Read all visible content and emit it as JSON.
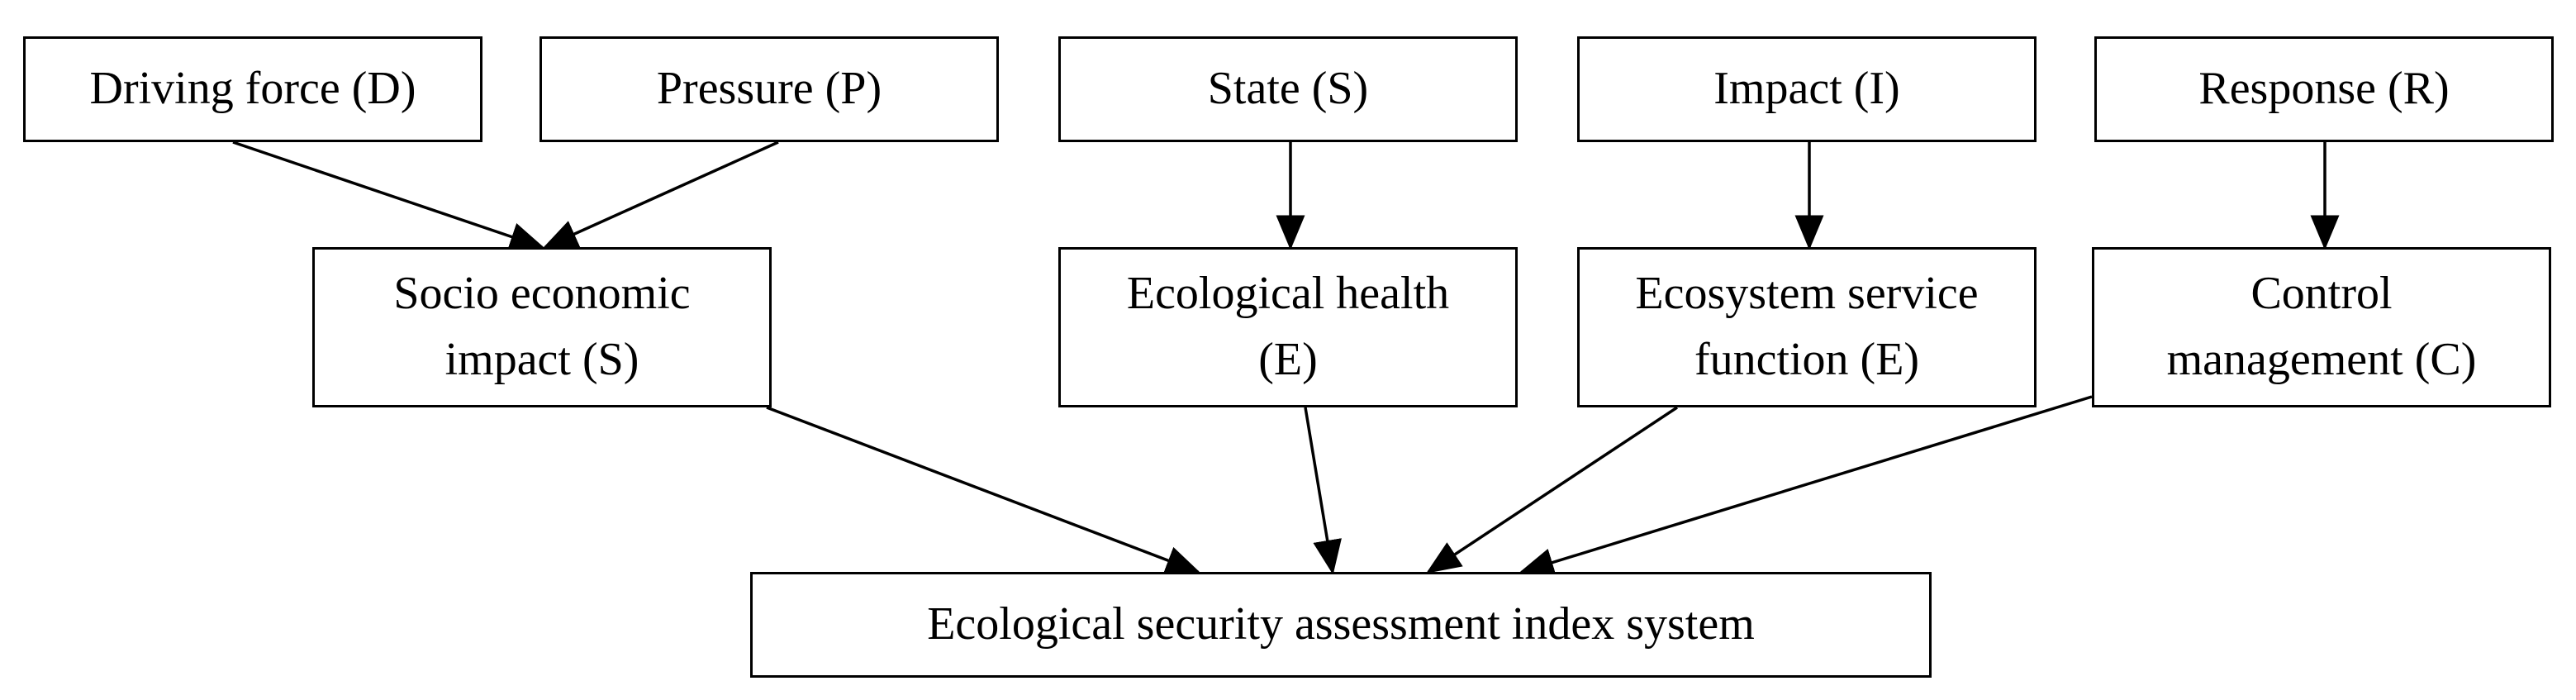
{
  "diagram": {
    "nodes": {
      "driving_force": "Driving force (D)",
      "pressure": "Pressure (P)",
      "state": "State (S)",
      "impact": "Impact (I)",
      "response": "Response (R)",
      "socio_economic": "Socio economic\nimpact (S)",
      "ecological_health": "Ecological health\n(E)",
      "ecosystem_service": "Ecosystem service\nfunction (E)",
      "control_management": "Control\nmanagement (C)",
      "index_system": "Ecological security assessment index system"
    },
    "edges": [
      {
        "from": "driving_force",
        "to": "socio_economic"
      },
      {
        "from": "pressure",
        "to": "socio_economic"
      },
      {
        "from": "state",
        "to": "ecological_health"
      },
      {
        "from": "impact",
        "to": "ecosystem_service"
      },
      {
        "from": "response",
        "to": "control_management"
      },
      {
        "from": "socio_economic",
        "to": "index_system"
      },
      {
        "from": "ecological_health",
        "to": "index_system"
      },
      {
        "from": "ecosystem_service",
        "to": "index_system"
      },
      {
        "from": "control_management",
        "to": "index_system"
      }
    ]
  }
}
